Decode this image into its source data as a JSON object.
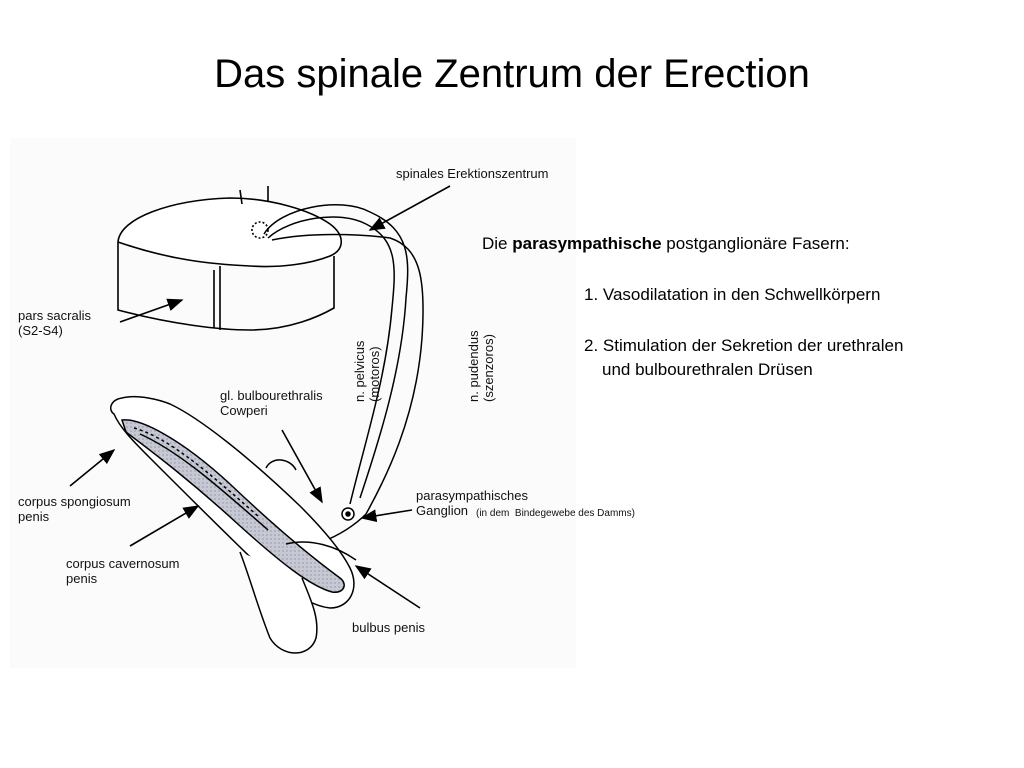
{
  "slide": {
    "title": "Das spinale Zentrum der Erection"
  },
  "diagram": {
    "labels": {
      "spinal_center": "spinales Erektionszentrum",
      "pars_sacralis": "pars sacralis\n(S2-S4)",
      "n_pelvicus": "n. pelvicus\n(motoros)",
      "n_pudendus": "n. pudendus\n(szenzoros)",
      "gl_bulbourethralis": "gl. bulbourethralis\nCowperi",
      "corpus_spongiosum": "corpus spongiosum\npenis",
      "corpus_cavernosum": "corpus cavernosum\npenis",
      "ganglion": "parasympathisches\nGanglion",
      "ganglion_note": "(in dem  Bindegewebe des Damms)",
      "bulbus_penis": "bulbus penis"
    }
  },
  "text_panel": {
    "intro_prefix": "Die ",
    "intro_bold": "parasympathische",
    "intro_suffix": " postganglionäre  Fasern:",
    "item1": "1. Vasodilatation in den Schwellkörpern",
    "item2_line1": "2. Stimulation der Sekretion der urethralen",
    "item2_line2": "und bulbourethralen  Drüsen"
  }
}
